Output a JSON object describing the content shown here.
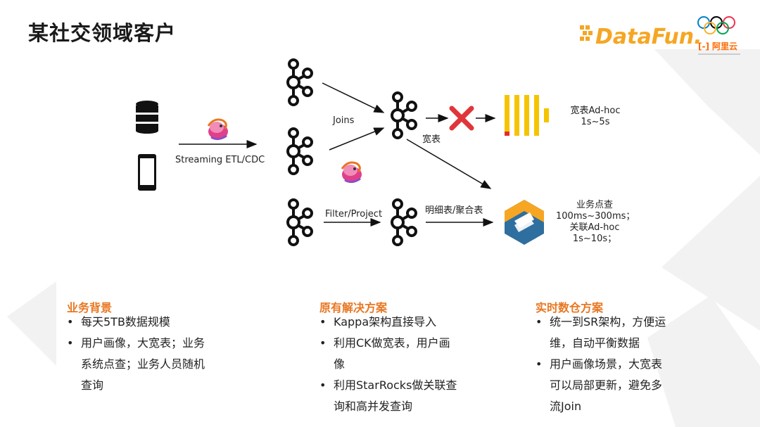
{
  "title": "某社交领域客户",
  "logo": {
    "brand": "DataFun.",
    "partner": "阿里云"
  },
  "diagram": {
    "labels": {
      "etl": "Streaming ETL/CDC",
      "joins": "Joins",
      "wide_table": "宽表",
      "filter_project": "Filter/Project",
      "detail_agg": "明细表/聚合表",
      "ck_line1": "宽表Ad-hoc",
      "ck_line2": "1s~5s",
      "sr_line1": "业务点查",
      "sr_line2": "100ms~300ms；",
      "sr_line3": "关联Ad-hoc",
      "sr_line4": "1s~10s；"
    },
    "icons": [
      "database-icon",
      "phone-icon",
      "flink-icon",
      "kafka-icon",
      "clickhouse-icon",
      "starrocks-icon",
      "cross-icon"
    ]
  },
  "sections": [
    {
      "title": "业务背景",
      "bullets": [
        "每天5TB数据规模",
        "用户画像，大宽表；业务\n系统点查；业务人员随机\n查询"
      ]
    },
    {
      "title": "原有解决方案",
      "bullets": [
        "Kappa架构直接导入",
        "利用CK做宽表，用户画\n像",
        "利用StarRocks做关联查\n询和高并发查询"
      ]
    },
    {
      "title": "实时数仓方案",
      "bullets": [
        "统一到SR架构，方便运\n维，自动平衡数据",
        "用户画像场景，大宽表\n可以局部更新，避免多\n流Join"
      ]
    }
  ],
  "colors": {
    "accent": "#e87722",
    "ck_yellow": "#f5c400",
    "ck_red": "#e52b2b",
    "sr_orange": "#f6a623",
    "sr_blue": "#2f6f9f"
  }
}
